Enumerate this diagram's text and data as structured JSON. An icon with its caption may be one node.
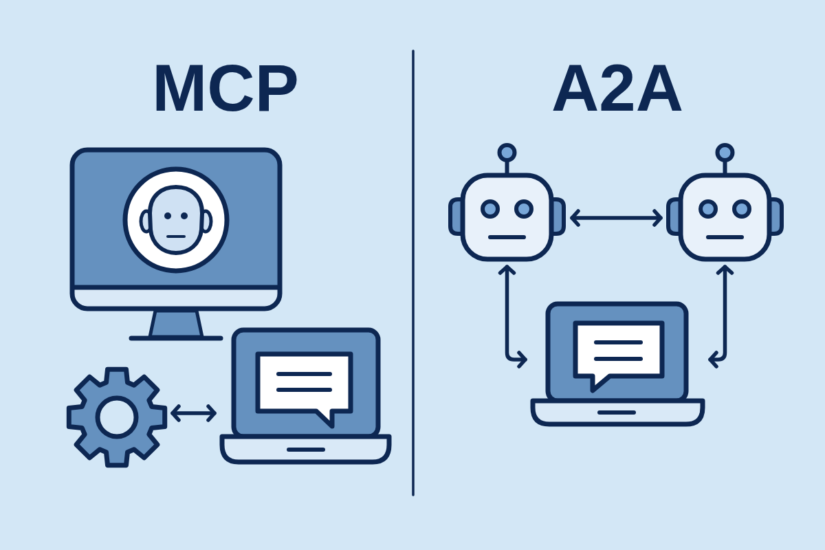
{
  "diagram": {
    "nodes": [
      {
        "text": [],
        "shape": "picture"
      },
      {
        "text": [],
        "shape": "picture"
      },
      {
        "text": [],
        "shape": "picture"
      },
      {
        "text": [],
        "shape": "picture"
      },
      {
        "text": [],
        "shape": "picture"
      },
      {
        "text": [],
        "shape": "picture"
      }
    ],
    "edges": [
      {
        "from": 1,
        "to": 2,
        "arrow": "both"
      },
      {
        "from": 3,
        "to": 4,
        "arrow": "both"
      },
      {
        "from": 3,
        "to": 5,
        "arrow": "both"
      },
      {
        "from": 4,
        "to": 5,
        "arrow": "both"
      }
    ],
    "labels": [
      "MCP",
      "A2A"
    ]
  }
}
